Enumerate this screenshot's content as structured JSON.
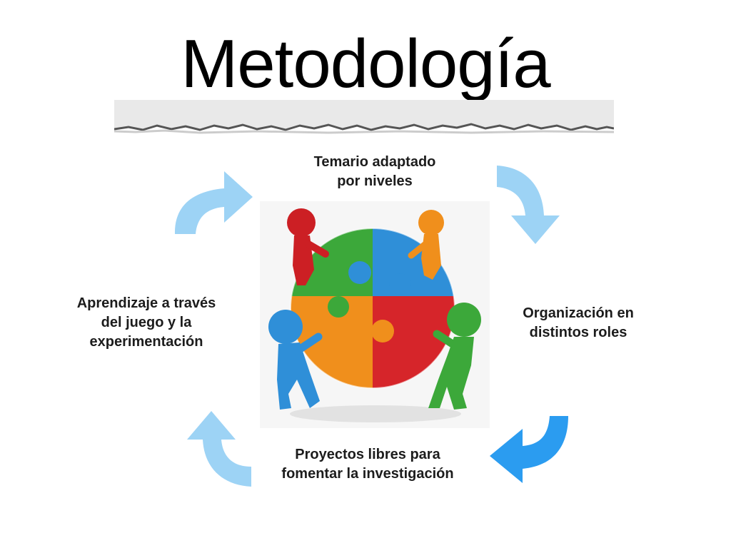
{
  "title": "Metodología",
  "cycle": {
    "items": [
      {
        "label": "Temario adaptado\npor niveles"
      },
      {
        "label": "Organización en\ndistintos roles"
      },
      {
        "label": "Proyectos libres para\nfomentar la investigación"
      },
      {
        "label": "Aprendizaje a través\ndel juego y la\nexperimentación"
      }
    ]
  },
  "colors": {
    "arrow_light": "#9dd3f5",
    "arrow_dark": "#2b9cf0",
    "puzzle_green": "#3ca83a",
    "puzzle_blue": "#2f8fd8",
    "puzzle_orange": "#f08f1c",
    "puzzle_red": "#d6252a"
  },
  "icons": {
    "center": "puzzle-team-illustration",
    "arrows": [
      "curved-arrow-icon",
      "curved-arrow-icon",
      "curved-arrow-icon",
      "curved-arrow-icon"
    ]
  }
}
